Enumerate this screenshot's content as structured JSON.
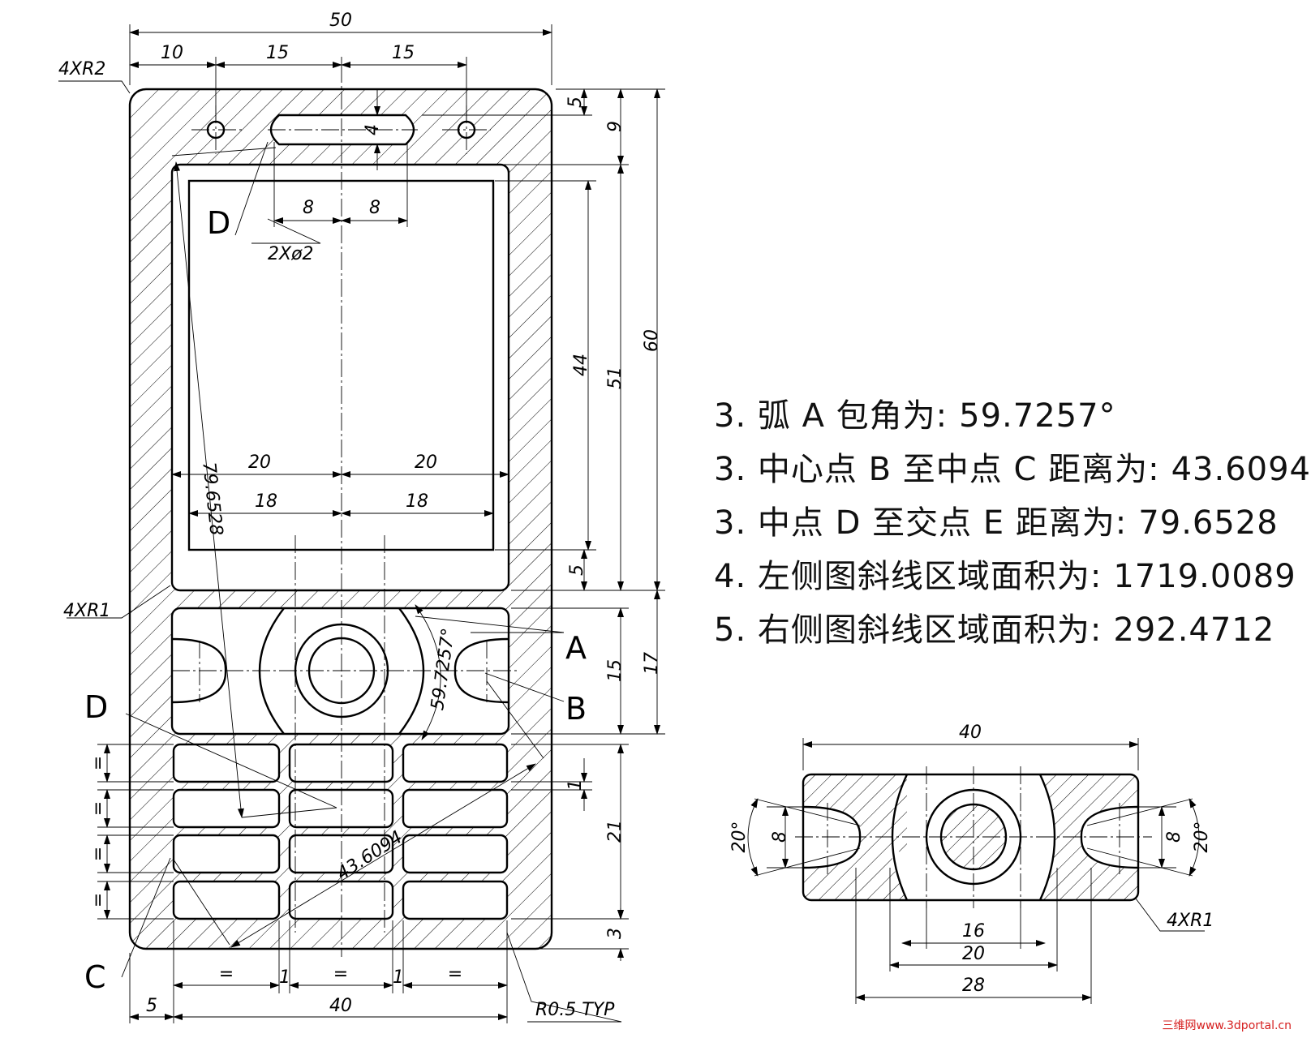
{
  "notes": [
    {
      "key": "3. 弧 A 包角为:",
      "value": "59.7257°"
    },
    {
      "key": "3. 中心点 B 至中点 C 距离为:",
      "value": "43.6094"
    },
    {
      "key": "3. 中点 D 至交点 E 距离为:",
      "value": "79.6528"
    },
    {
      "key": "4. 左侧图斜线区域面积为:",
      "value": "1719.0089"
    },
    {
      "key": "5. 右侧图斜线区域面积为:",
      "value": "292.4712"
    }
  ],
  "left_view": {
    "dims": {
      "overall_width": "50",
      "d10": "10",
      "d15a": "15",
      "d15b": "15",
      "corner_r2": "4XR2",
      "slot_h": "4",
      "d5_top": "5",
      "d9": "9",
      "d8a": "8",
      "d8b": "8",
      "holes": "2Xø2",
      "d44": "44",
      "d51": "51",
      "d60": "60",
      "d20a": "20",
      "d20b": "20",
      "d18a": "18",
      "d18b": "18",
      "d5_mid": "5",
      "corner_r1": "4XR1",
      "d15_pad": "15",
      "d17": "17",
      "angle": "59.7257°",
      "len_de": "79.6528",
      "len_bc": "43.6094",
      "d1_keys": "1",
      "d21": "21",
      "d3": "3",
      "eq": "=",
      "one": "1",
      "r05": "R0.5 TYP",
      "d5_left": "5",
      "d40": "40"
    },
    "labels": {
      "A": "A",
      "B": "B",
      "C": "C",
      "D": "D"
    }
  },
  "right_view": {
    "dims": {
      "d40": "40",
      "d16": "16",
      "d20": "20",
      "d28": "28",
      "d8_left": "8",
      "d8_right": "8",
      "a20_left": "20°",
      "a20_right": "20°",
      "corner_r1": "4XR1"
    }
  },
  "watermark": "三维网www.3dportal.cn"
}
